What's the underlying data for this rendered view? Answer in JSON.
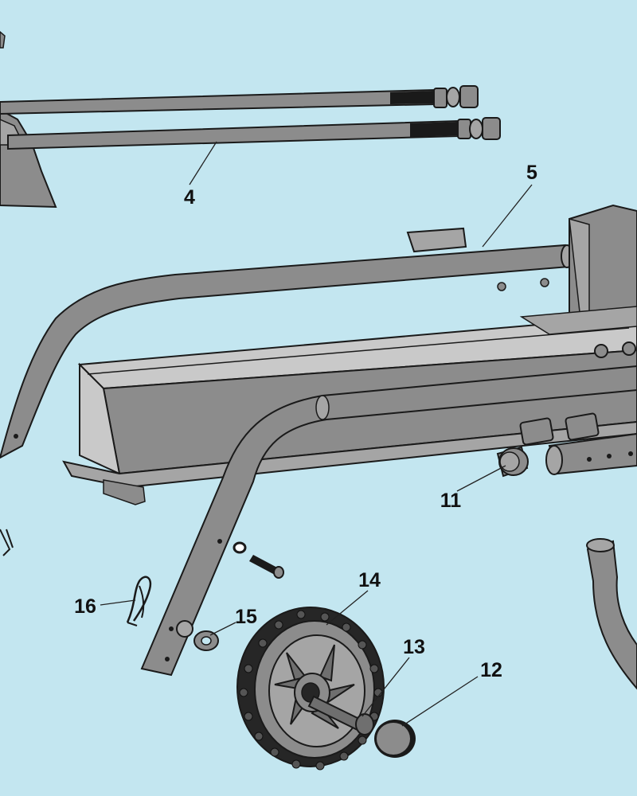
{
  "diagram": {
    "background": "#c3e6f0",
    "part_fill": "#8c8c8c",
    "part_fill_light": "#c9c9c9",
    "outline": "#1a1a1a",
    "labels": {
      "part_4": "4",
      "part_5": "5",
      "part_11": "11",
      "part_12": "12",
      "part_13": "13",
      "part_14": "14",
      "part_15": "15",
      "part_16": "16"
    }
  }
}
